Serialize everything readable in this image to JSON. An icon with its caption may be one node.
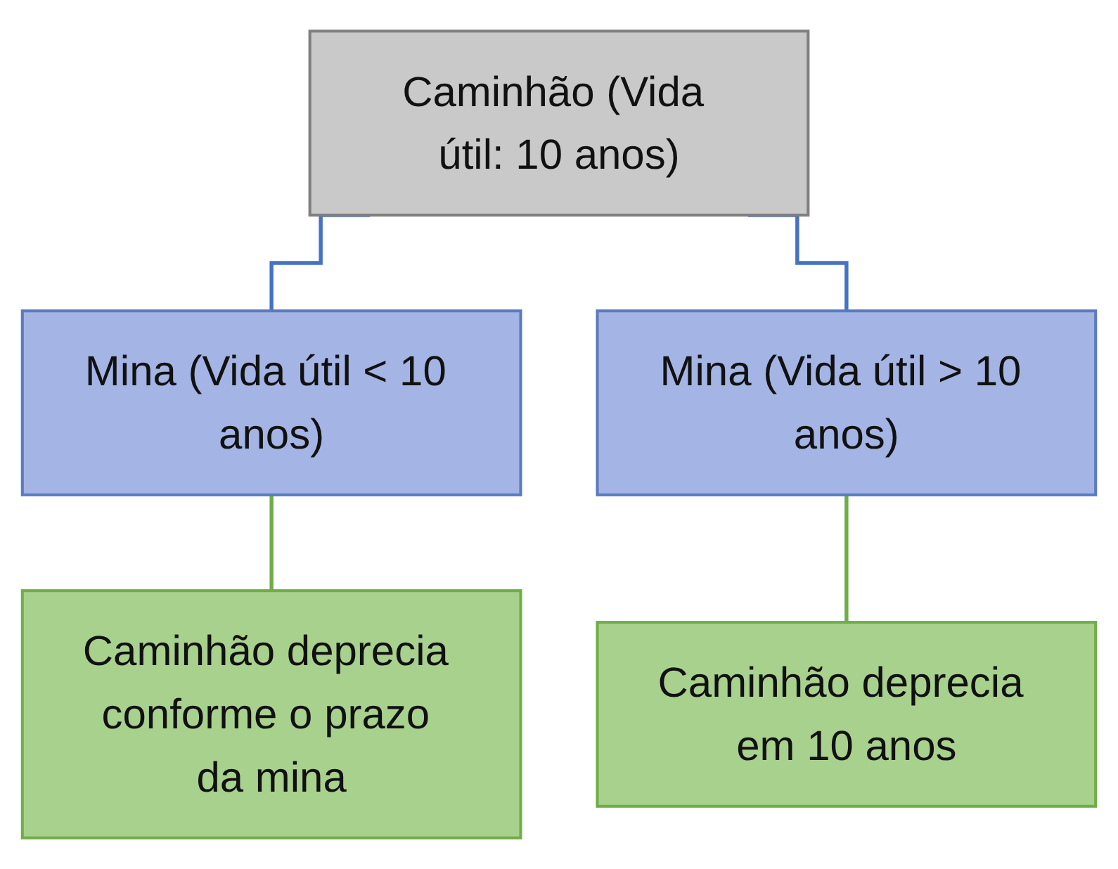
{
  "diagram": {
    "nodes": [
      {
        "text": [
          "Caminhão (Vida útil: 10 anos)"
        ]
      },
      {
        "text": [
          "Mina (Vida útil < 10 anos)"
        ]
      },
      {
        "text": [
          "Mina (Vida útil > 10 anos)"
        ]
      },
      {
        "text": [
          "Caminhão deprecia conforme o prazo da mina"
        ]
      },
      {
        "text": [
          "Caminhão deprecia em 10 anos"
        ]
      }
    ],
    "edges": [
      {
        "from": 0,
        "to": 1,
        "arrow": "none",
        "color": "#4472c4"
      },
      {
        "from": 0,
        "to": 2,
        "arrow": "none",
        "color": "#4472c4"
      },
      {
        "from": 1,
        "to": 3,
        "arrow": "none",
        "color": "#70ad47"
      },
      {
        "from": 2,
        "to": 4,
        "arrow": "none",
        "color": "#70ad47"
      }
    ]
  }
}
